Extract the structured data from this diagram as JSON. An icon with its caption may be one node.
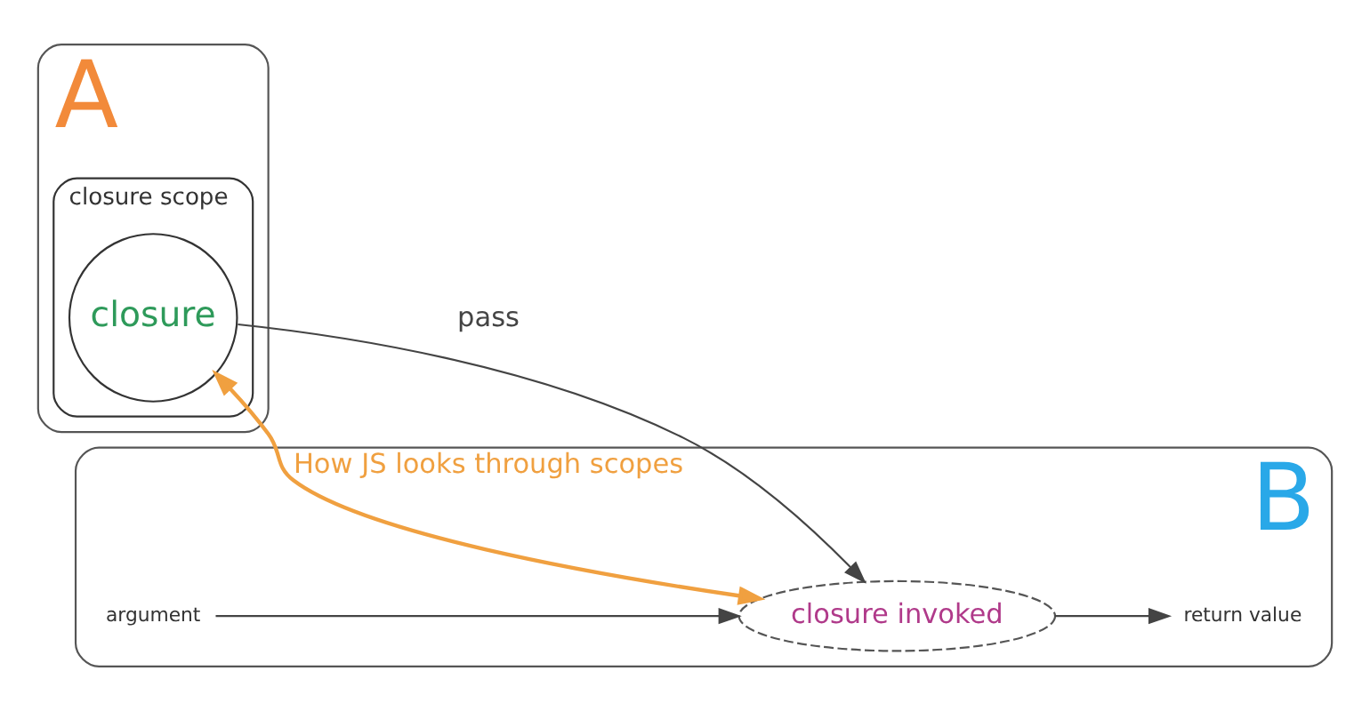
{
  "diagram": {
    "nodes": [
      {
        "text": [
          "A"
        ]
      },
      {
        "text": [
          "closure scope"
        ],
        "in": 0
      },
      {
        "text": [
          "closure"
        ],
        "in": 1
      },
      {
        "text": [
          "B"
        ]
      },
      {
        "text": [
          "argument"
        ],
        "in": 3
      },
      {
        "text": [
          "closure invoked"
        ],
        "in": 3
      },
      {
        "text": [
          "return value"
        ],
        "in": 3
      }
    ],
    "edges": [
      {
        "from": 2,
        "to": 5,
        "arrow": "to",
        "label": "pass"
      },
      {
        "from": 4,
        "to": 5,
        "arrow": "to"
      },
      {
        "from": 5,
        "to": 6,
        "arrow": "to"
      },
      {
        "from": 5,
        "to": 2,
        "arrow": "both",
        "color": "#f0a040",
        "label": "How JS looks through scopes"
      }
    ]
  }
}
